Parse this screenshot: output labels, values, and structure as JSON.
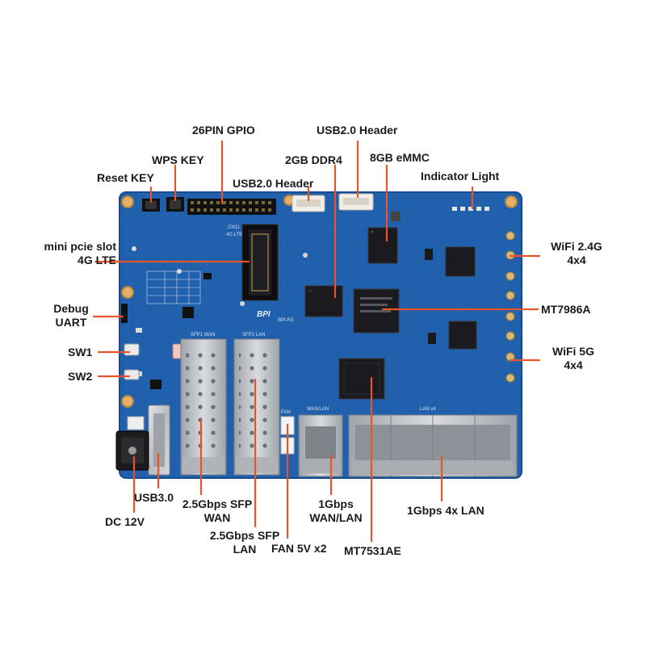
{
  "labels": {
    "gpio": "26PIN GPIO",
    "usb_header_top": "USB2.0  Header",
    "wps_key": "WPS KEY",
    "ddr4": "2GB DDR4",
    "emmc": "8GB eMMC",
    "reset_key": "Reset KEY",
    "usb_header_mid": "USB2.0 Header",
    "indicator": "Indicator Light",
    "minipcie_1": "mini pcie slot",
    "minipcie_2": "4G LTE",
    "wifi24_1": "WiFi 2.4G",
    "wifi24_2": "4x4",
    "debug_1": "Debug",
    "debug_2": "UART",
    "soc": "MT7986A",
    "sw1": "SW1",
    "sw2": "SW2",
    "wifi5_1": "WiFi 5G",
    "wifi5_2": "4x4",
    "usb3": "USB3.0",
    "sfp_wan_1": "2.5Gbps SFP",
    "sfp_wan_2": "WAN",
    "wan_lan_1": "1Gbps",
    "wan_lan_2": "WAN/LAN",
    "lan4x": "1Gbps 4x LAN",
    "dc12v": "DC 12V",
    "sfp_lan_1": "2.5Gbps SFP",
    "sfp_lan_2": "LAN",
    "fan": "FAN 5V x2",
    "switch": "MT7531AE"
  },
  "board_silk": {
    "model": "BPI-R3",
    "sfp1": "SFP1 WAN",
    "sfp2": "SFP2 LAN",
    "lan_x4": "LAN x4",
    "wan_lan": "WAN/LAN",
    "cn11": "CN11",
    "lte": "4G LTE",
    "fan": "FAN",
    "logo": "BPI"
  },
  "colors": {
    "pcb": "#1f5aa6",
    "pcb_dark": "#164a8e",
    "pointer": "#e8542a",
    "chip": "#1b1b1f",
    "metal": "#c9ccd0",
    "gold": "#c8a24a"
  }
}
